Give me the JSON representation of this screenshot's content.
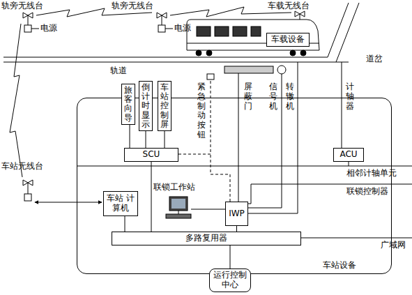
{
  "diagram": {
    "nodes": [
      {
        "text": [
          "车载设备"
        ]
      },
      {
        "text": [
          "旅客向导"
        ]
      },
      {
        "text": [
          "倒计时显示"
        ]
      },
      {
        "text": [
          "车站控制屏"
        ]
      },
      {
        "text": [
          "车站设备"
        ]
      },
      {
        "text": [
          "SCU"
        ],
        "in": 4
      },
      {
        "text": [
          "ACU"
        ],
        "in": 4
      },
      {
        "text": [
          "车站 计算机"
        ],
        "in": 4
      },
      {
        "text": [
          "IWP"
        ],
        "in": 4
      },
      {
        "text": [
          "多路复用器"
        ],
        "in": 4
      },
      {
        "text": [
          "运行控制 中心"
        ]
      }
    ],
    "edges": [
      {
        "from": 1,
        "to": 5,
        "arrow": "none"
      },
      {
        "from": 2,
        "to": 5,
        "arrow": "none"
      },
      {
        "from": 3,
        "to": 5,
        "arrow": "none"
      },
      {
        "from": 5,
        "to": 9,
        "arrow": "none"
      },
      {
        "from": 7,
        "to": 9,
        "arrow": "none"
      },
      {
        "from": 8,
        "to": 9,
        "arrow": "none"
      },
      {
        "from": 9,
        "to": 10,
        "arrow": "none"
      }
    ],
    "labels": [
      "轨旁无线台",
      "轨旁无线台",
      "电源",
      "电源",
      "车载无线台",
      "轨道",
      "道岔",
      "紧急制动按钮",
      "屏蔽门",
      "信号机",
      "转辙机",
      "计轴器",
      "相邻计轴单元",
      "联锁控制器",
      "车站无线台",
      "联锁工作站",
      "广域网"
    ]
  }
}
